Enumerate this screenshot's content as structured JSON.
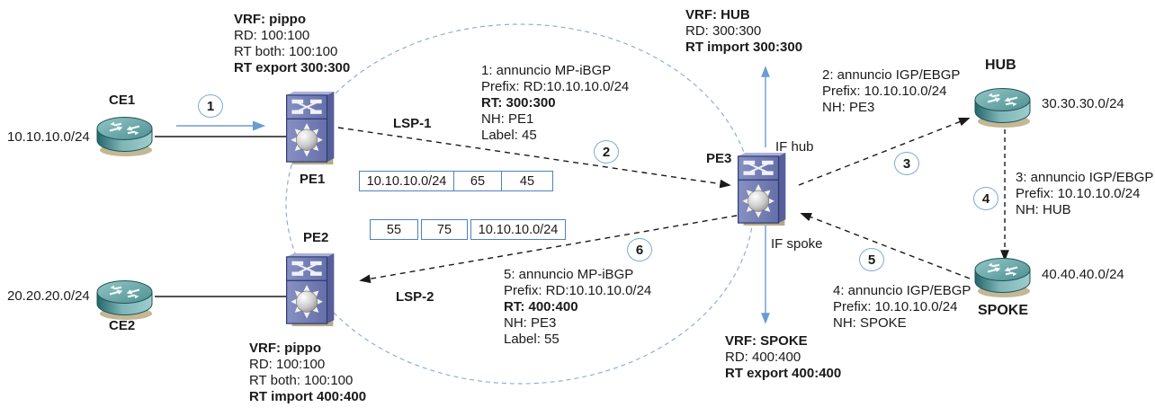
{
  "nodes": {
    "ce1": {
      "name": "CE1",
      "subnet": "10.10.10.0/24"
    },
    "ce2": {
      "name": "CE2",
      "subnet": "20.20.20.0/24"
    },
    "pe1": {
      "name": "PE1"
    },
    "pe2": {
      "name": "PE2"
    },
    "pe3": {
      "name": "PE3",
      "if_hub": "IF hub",
      "if_spoke": "IF spoke"
    },
    "hub": {
      "name": "HUB",
      "subnet": "30.30.30.0/24"
    },
    "spoke": {
      "name": "SPOKE",
      "subnet": "40.40.40.0/24"
    }
  },
  "vrf_blocks": {
    "pe1": {
      "title": "VRF: pippo",
      "rd": "RD: 100:100",
      "rt1": "RT both:  100:100",
      "rt2": "RT export  300:300"
    },
    "pe2": {
      "title": "VRF: pippo",
      "rd": "RD: 100:100",
      "rt1": "RT both:  100:100",
      "rt2": "RT import 400:400"
    },
    "hub": {
      "title": "VRF: HUB",
      "rd": "RD: 300:300",
      "rt": "RT import  300:300"
    },
    "spoke": {
      "title": "VRF: SPOKE",
      "rd": "RD: 400:400",
      "rt": "RT export  400:400"
    }
  },
  "announcements": {
    "a1": {
      "l1": "1: annuncio MP-iBGP",
      "l2": "Prefix: RD:10.10.10.0/24",
      "l3": "RT: 300:300",
      "l4": "NH: PE1",
      "l5": "Label: 45"
    },
    "a2": {
      "l1": "2: annuncio IGP/EBGP",
      "l2": "Prefix: 10.10.10.0/24",
      "l3": "NH: PE3"
    },
    "a3": {
      "l1": "3: annuncio IGP/EBGP",
      "l2": "Prefix: 10.10.10.0/24",
      "l3": "NH: HUB"
    },
    "a4": {
      "l1": "4: annuncio IGP/EBGP",
      "l2": "Prefix: 10.10.10.0/24",
      "l3": "NH: SPOKE"
    },
    "a5": {
      "l1": "5: annuncio MP-iBGP",
      "l2": "Prefix: RD:10.10.10.0/24",
      "l3": "RT: 400:400",
      "l4": "NH: PE3",
      "l5": "Label: 55"
    }
  },
  "steps": {
    "s1": "1",
    "s2": "2",
    "s3": "3",
    "s4": "4",
    "s5": "5",
    "s6": "6"
  },
  "lsp": {
    "lsp1": "LSP-1",
    "lsp2": "LSP-2"
  },
  "label_stacks": {
    "top": {
      "c1": "10.10.10.0/24",
      "c2": "65",
      "c3": "45"
    },
    "bottom": {
      "c1": "55",
      "c2": "75",
      "c3": "10.10.10.0/24"
    }
  },
  "colors": {
    "accent_blue": "#6b9bd2",
    "circle_stroke": "#7da7d9",
    "box_border": "#4f81bd",
    "cloud_stroke": "#8fafd4",
    "router_teal": "#5f9ea0",
    "pe_blue": "#737db2",
    "line_black": "#1a1a1a"
  }
}
